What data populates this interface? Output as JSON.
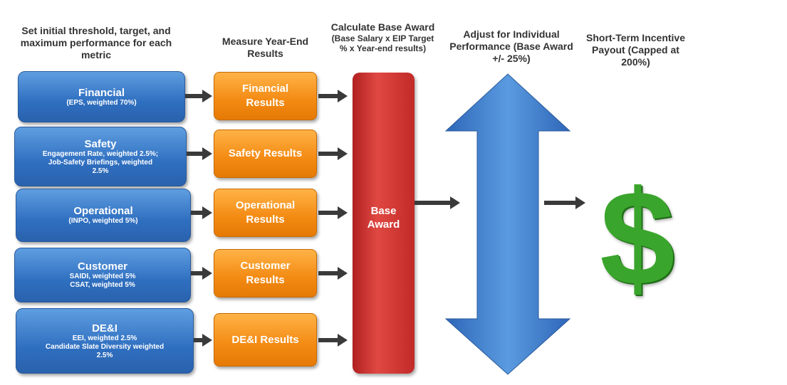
{
  "headers": {
    "set": "Set initial threshold, target, and maximum performance for each metric",
    "measure": "Measure Year-End Results",
    "calc_title": "Calculate Base Award",
    "calc_sub": "(Base Salary x EIP Target % x Year-end results)",
    "adjust": "Adjust for Individual Performance (Base Award +/- 25%)",
    "payout": "Short-Term Incentive Payout (Capped at 200%)"
  },
  "metrics": [
    {
      "name": "Financial",
      "lines": [
        "(EPS, weighted 70%)"
      ],
      "result": "Financial Results"
    },
    {
      "name": "Safety",
      "lines": [
        "Engagement Rate, weighted 2.5%;",
        "Job-Safety Briefings, weighted",
        "2.5%"
      ],
      "result": "Safety Results"
    },
    {
      "name": "Operational",
      "lines": [
        "(INPO, weighted 5%)"
      ],
      "result": "Operational Results"
    },
    {
      "name": "Customer",
      "lines": [
        "SAIDI, weighted 5%",
        "CSAT, weighted 5%"
      ],
      "result": "Customer Results"
    },
    {
      "name": "DE&I",
      "lines": [
        "EEI, weighted 2.5%",
        "Candidate Slate Diversity weighted",
        "2.5%"
      ],
      "result": "DE&I Results"
    }
  ],
  "base_award": "Base Award",
  "dollar": "$",
  "colors": {
    "blue": "#2f6fc0",
    "orange": "#f38a12",
    "red": "#d43a36",
    "green": "#3aa52c"
  }
}
